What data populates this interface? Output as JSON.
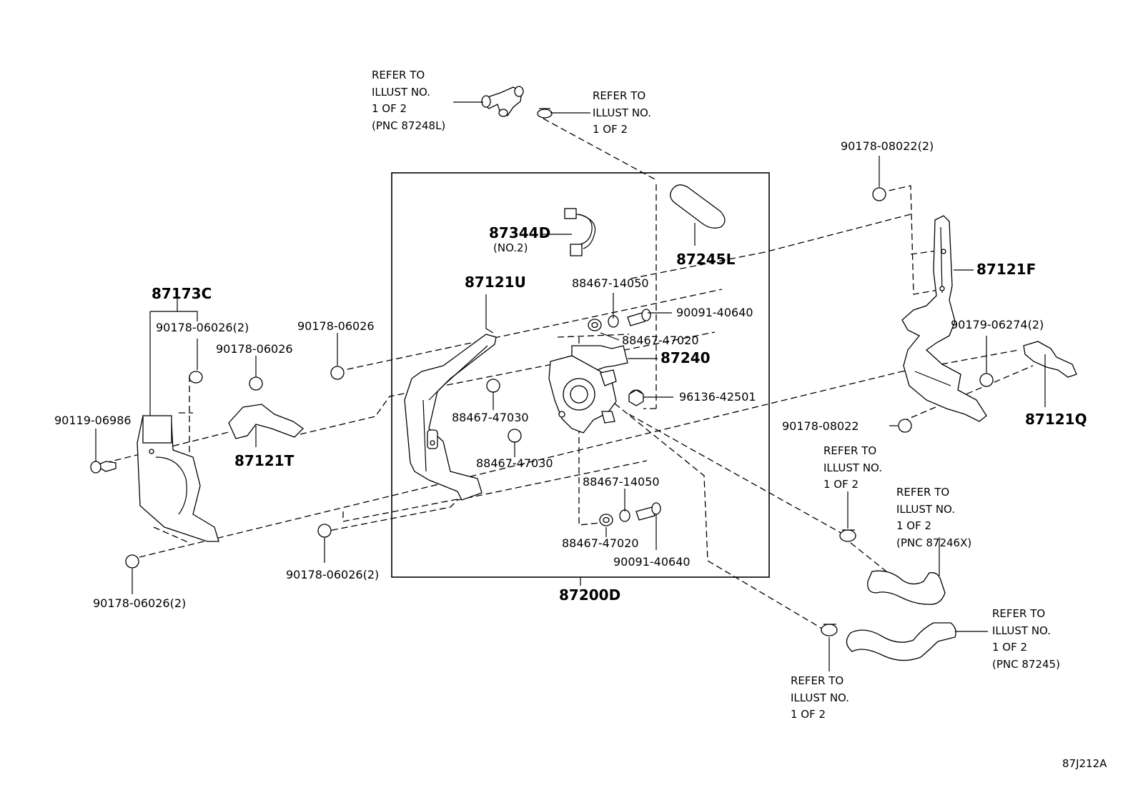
{
  "refer": {
    "top_left": [
      "REFER TO",
      "ILLUST NO.",
      "1 OF 2",
      "(PNC 87248L)"
    ],
    "top_mid": [
      "REFER TO",
      "ILLUST NO.",
      "1 OF 2"
    ],
    "right_clip": [
      "REFER TO",
      "ILLUST NO.",
      "1 OF 2"
    ],
    "right_hose": [
      "REFER TO",
      "ILLUST NO.",
      "1 OF 2",
      "(PNC 87246X)"
    ],
    "bottom_clip": [
      "REFER TO",
      "ILLUST NO.",
      "1 OF 2"
    ],
    "bottom_hose": [
      "REFER TO",
      "ILLUST NO.",
      "1 OF 2",
      "(PNC 87245)"
    ]
  },
  "labels": {
    "p87344D": "87344D",
    "p87344D_sub": "(NO.2)",
    "p87245L": "87245L",
    "p87121U": "87121U",
    "p88467_14050_top": "88467-14050",
    "p90091_40640_top": "90091-40640",
    "p88467_47020_top": "88467-47020",
    "p87240": "87240",
    "p96136_42501": "96136-42501",
    "p88467_47030_a": "88467-47030",
    "p88467_47030_b": "88467-47030",
    "p88467_14050_bot": "88467-14050",
    "p88467_47020_bot": "88467-47020",
    "p90091_40640_bot": "90091-40640",
    "p87200D": "87200D",
    "p87173C": "87173C",
    "p90178_06026_2_a": "90178-06026(2)",
    "p90178_06026_a": "90178-06026",
    "p90178_06026_b": "90178-06026",
    "p90119_06986": "90119-06986",
    "p87121T": "87121T",
    "p90178_06026_2_b": "90178-06026(2)",
    "p90178_06026_2_c": "90178-06026(2)",
    "p90178_08022_2": "90178-08022(2)",
    "p87121F": "87121F",
    "p90179_06274_2": "90179-06274(2)",
    "p90178_08022": "90178-08022",
    "p87121Q": "87121Q",
    "code": "87J212A"
  }
}
